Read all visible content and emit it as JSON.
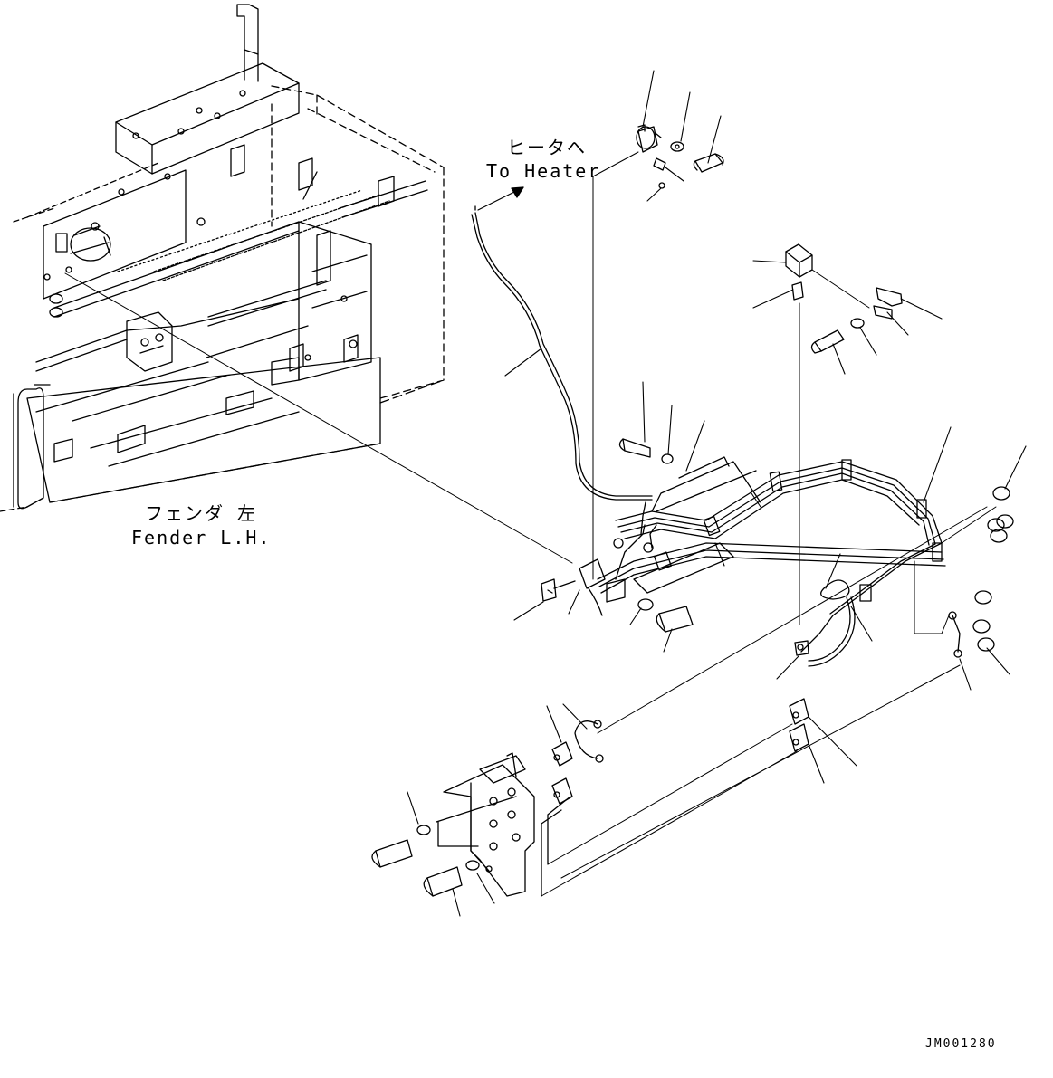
{
  "labels": {
    "heater_jp": "ヒータへ",
    "heater_en": "To Heater",
    "fender_jp": "フェンダ 左",
    "fender_en": "Fender L.H."
  },
  "drawing_ref": "JM001280"
}
